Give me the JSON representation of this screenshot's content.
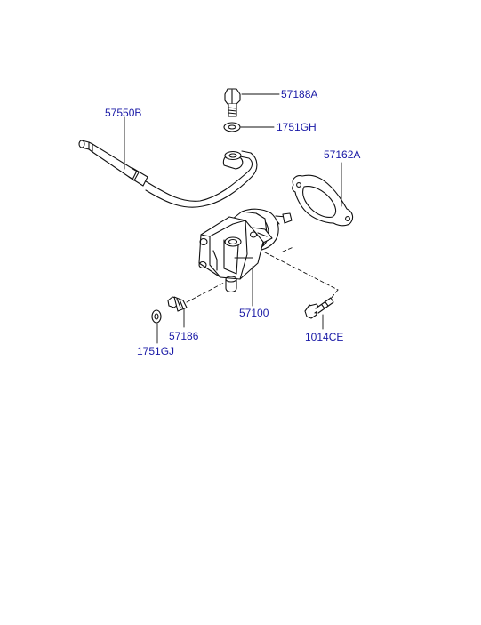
{
  "diagram": {
    "colors": {
      "line": "#111111",
      "label": "#1a1aa6",
      "background": "#ffffff"
    },
    "parts": [
      {
        "id": "57188A",
        "label": "57188A",
        "name": "bolt"
      },
      {
        "id": "1751GH",
        "label": "1751GH",
        "name": "washer"
      },
      {
        "id": "57550B",
        "label": "57550B",
        "name": "hose-pipe-assembly"
      },
      {
        "id": "57162A",
        "label": "57162A",
        "name": "gasket"
      },
      {
        "id": "57100",
        "label": "57100",
        "name": "power-steering-pump"
      },
      {
        "id": "57186",
        "label": "57186",
        "name": "fitting"
      },
      {
        "id": "1751GJ",
        "label": "1751GJ",
        "name": "washer"
      },
      {
        "id": "1014CE",
        "label": "1014CE",
        "name": "bolt"
      }
    ]
  }
}
